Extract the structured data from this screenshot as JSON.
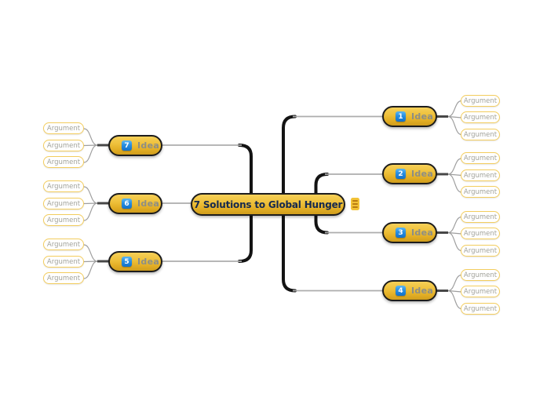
{
  "central": {
    "title": "7 Solutions to Global Hunger"
  },
  "menu": {
    "icon": "hamburger-menu-icon"
  },
  "nodes": [
    {
      "number": "1",
      "label": "Idea",
      "side": "right",
      "arguments": [
        "Argument",
        "Argument",
        "Argument"
      ]
    },
    {
      "number": "2",
      "label": "Idea",
      "side": "right",
      "arguments": [
        "Argument",
        "Argument",
        "Argument"
      ]
    },
    {
      "number": "3",
      "label": "Idea",
      "side": "right",
      "arguments": [
        "Argument",
        "Argument",
        "Argument"
      ]
    },
    {
      "number": "4",
      "label": "Idea",
      "side": "right",
      "arguments": [
        "Argument",
        "Argument",
        "Argument"
      ]
    },
    {
      "number": "5",
      "label": "Idea",
      "side": "left",
      "arguments": [
        "Argument",
        "Argument",
        "Argument"
      ]
    },
    {
      "number": "6",
      "label": "Idea",
      "side": "left",
      "arguments": [
        "Argument",
        "Argument",
        "Argument"
      ]
    },
    {
      "number": "7",
      "label": "Idea",
      "side": "left",
      "arguments": [
        "Argument",
        "Argument",
        "Argument"
      ]
    }
  ],
  "colors": {
    "node_fill_top": "#f6d058",
    "node_fill_bottom": "#d09d1c",
    "node_border": "#1c1c1c",
    "badge_blue": "#1270c8",
    "title_text": "#14284e",
    "idea_text": "#8d8e85",
    "argument_border": "#f3cd5e",
    "argument_text": "#a2a39b",
    "branch_dark": "#131313",
    "branch_light": "#adadad"
  }
}
